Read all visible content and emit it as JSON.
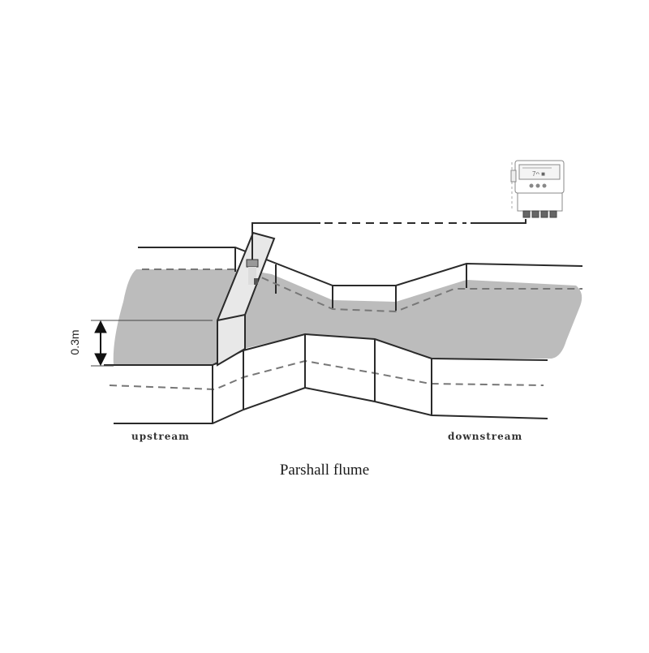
{
  "figure": {
    "caption": "Parshall flume",
    "labels": {
      "upstream": "upstream",
      "downstream": "downstream",
      "dimension": "0.3m"
    },
    "components": {
      "sensor_icon": "ultrasonic-level-sensor",
      "controller_icon": "flowmeter-controller-display",
      "cable": "signal-cable"
    },
    "colors": {
      "water": "#b9b9b9",
      "outline": "#2a2a2a",
      "dashed": "#777777",
      "sensor_mount": "#e6e6e6"
    }
  }
}
